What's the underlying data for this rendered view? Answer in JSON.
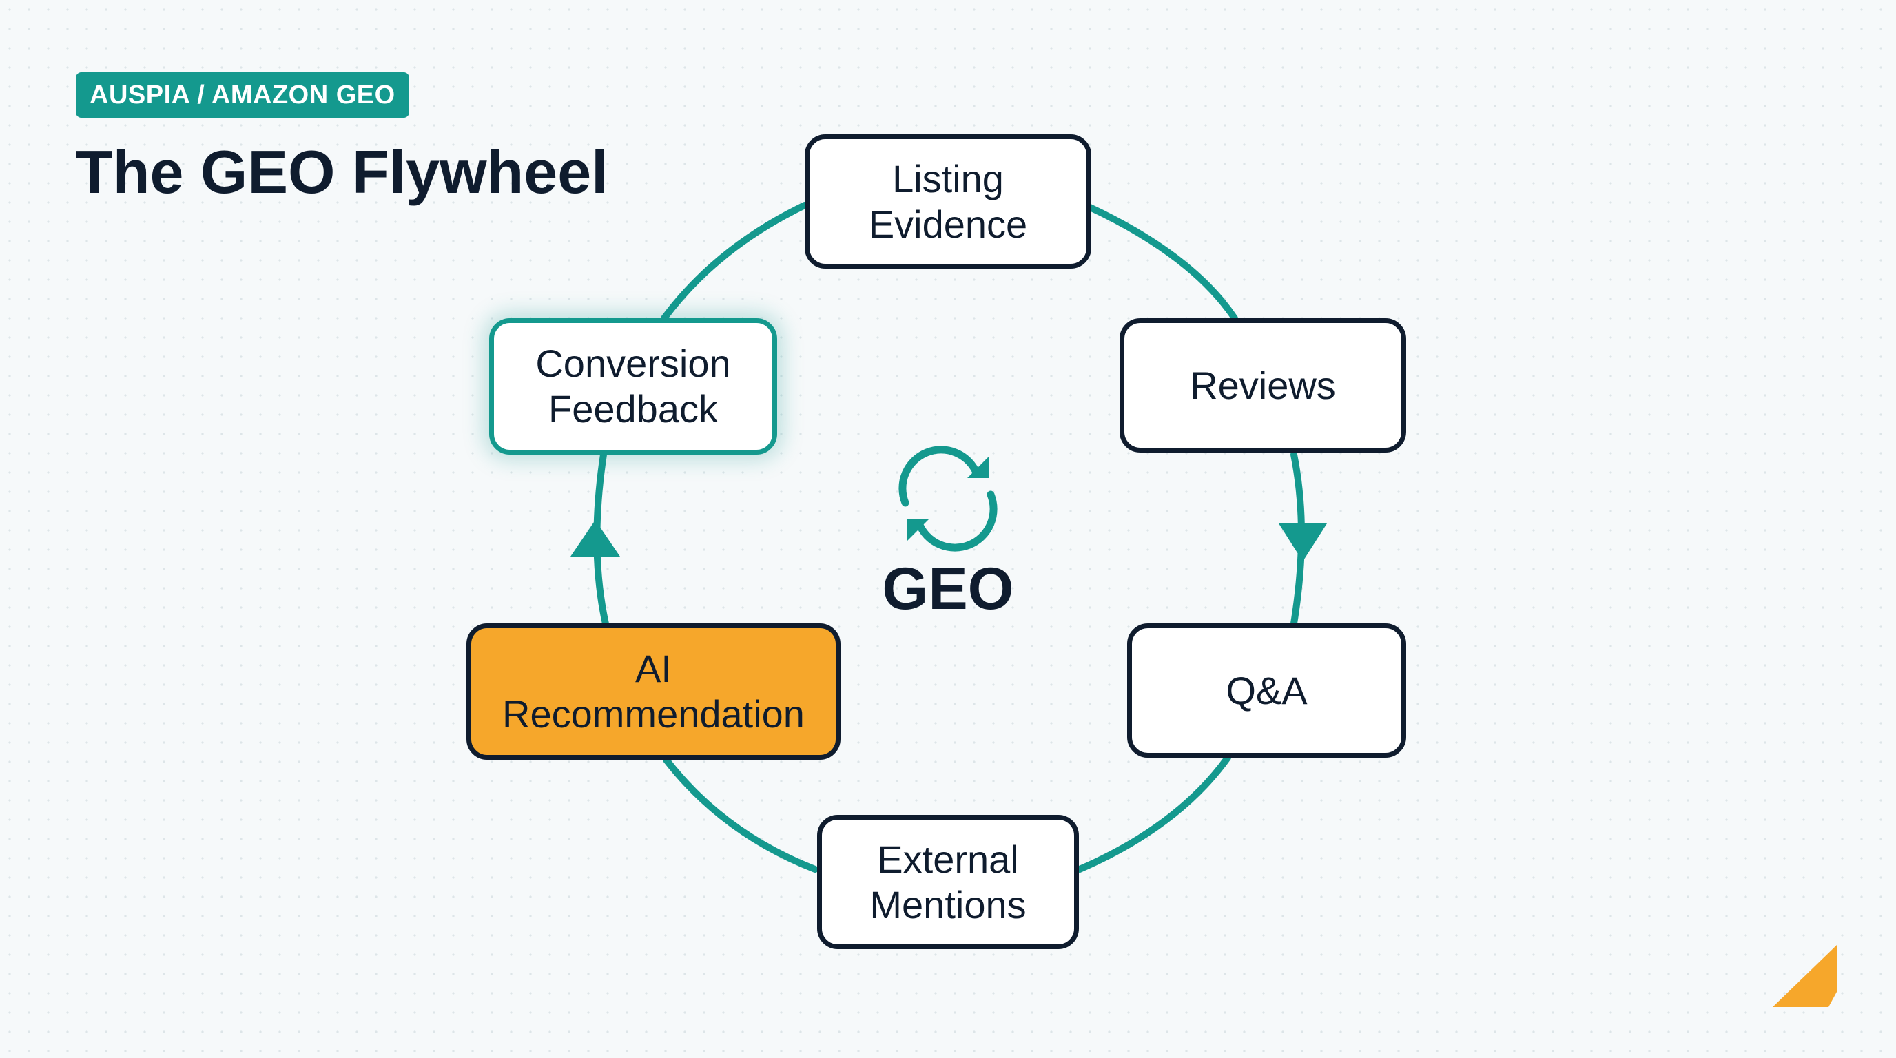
{
  "header": {
    "badge": "AUSPIA / AMAZON GEO",
    "title": "The GEO Flywheel"
  },
  "center": {
    "label": "GEO",
    "icon": "refresh-cycle-icon"
  },
  "nodes": [
    {
      "id": "listing-evidence",
      "text": "Listing Evidence",
      "style": "default"
    },
    {
      "id": "reviews",
      "text": "Reviews",
      "style": "default"
    },
    {
      "id": "qa",
      "text": "Q&A",
      "style": "default"
    },
    {
      "id": "external-mentions",
      "text": "External Mentions",
      "style": "default"
    },
    {
      "id": "ai-recommendation",
      "text": "AI Recommendation",
      "style": "highlight"
    },
    {
      "id": "conversion-feedback",
      "text": "Conversion Feedback",
      "style": "teal-outline"
    }
  ],
  "flow": [
    "Listing Evidence",
    "Reviews",
    "Q&A",
    "External Mentions",
    "AI Recommendation",
    "Conversion Feedback",
    "Listing Evidence"
  ],
  "colors": {
    "accent_teal": "#14998e",
    "highlight_orange": "#f6a72b",
    "ink": "#0f1c2e",
    "background": "#f6f9fa"
  },
  "decor": {
    "corner_icon": "corner-triangle-icon"
  }
}
